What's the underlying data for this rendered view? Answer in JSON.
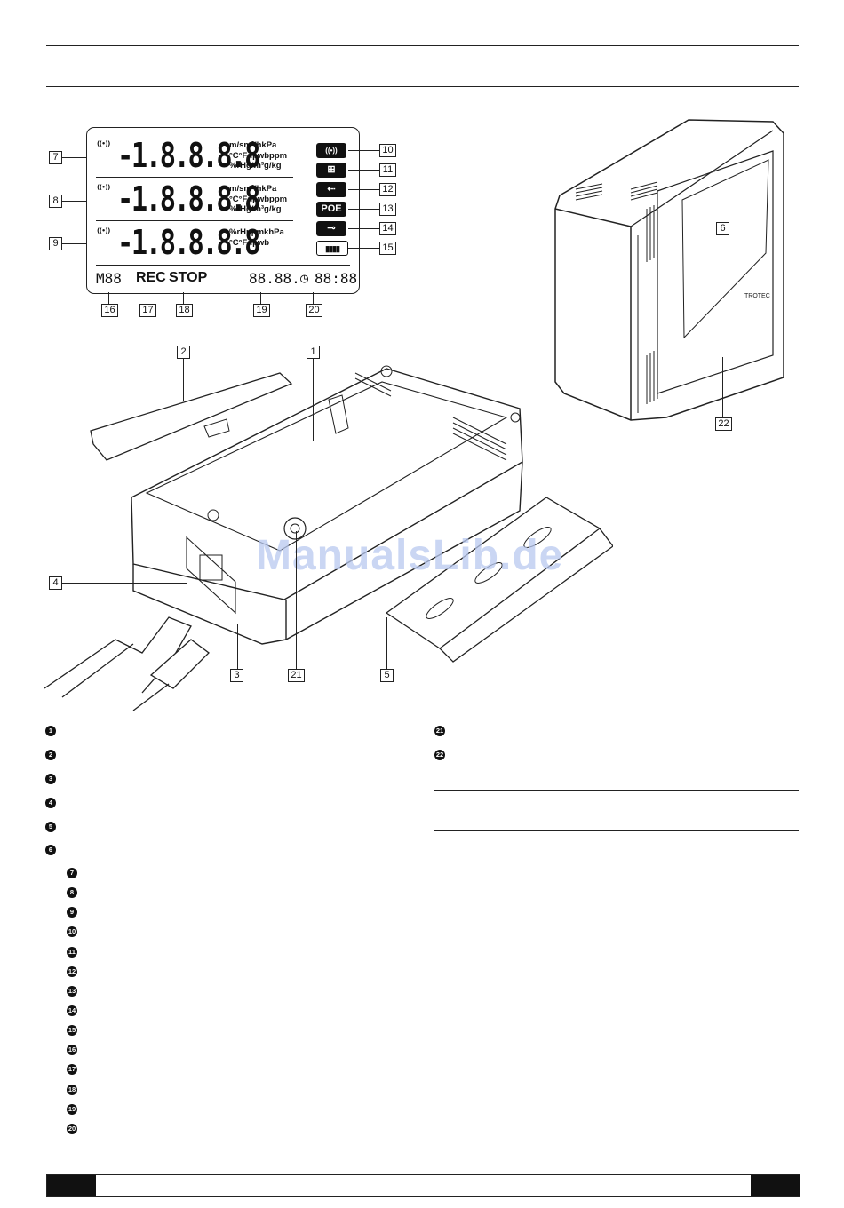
{
  "lcd": {
    "rows": [
      {
        "signal": "((•))",
        "digits": "-1.8.8.8.8",
        "units": [
          "m/sm³/hkPa",
          "°C°Fdpwbppm",
          "%rHg/m³g/kg"
        ]
      },
      {
        "signal": "((•))",
        "digits": "-1.8.8.8.8",
        "units": [
          "m/sm³/hkPa",
          "°C°Fdpwbppm",
          "%rHg/m³g/kg"
        ]
      },
      {
        "signal": "((•))",
        "digits": "-1.8.8.8.8",
        "units": [
          "%rHppmkhPa",
          "°C°Fdpwb"
        ]
      }
    ],
    "memory": "M88",
    "rec": "REC",
    "stop": "STOP",
    "date": "88.88.",
    "time": "88:88",
    "icons": [
      {
        "name": "radio-icon",
        "text": "((•))"
      },
      {
        "name": "network-icon",
        "text": "⊞"
      },
      {
        "name": "usb-icon",
        "text": "⇠"
      },
      {
        "name": "poe-icon",
        "text": "POE"
      },
      {
        "name": "power-plug-icon",
        "text": "⊸"
      },
      {
        "name": "battery-icon",
        "text": "▮▮▮▮"
      }
    ]
  },
  "callouts": {
    "c1": "1",
    "c2": "2",
    "c3": "3",
    "c4": "4",
    "c5": "5",
    "c6": "6",
    "c7": "7",
    "c8": "8",
    "c9": "9",
    "c10": "10",
    "c11": "11",
    "c12": "12",
    "c13": "13",
    "c14": "14",
    "c15": "15",
    "c16": "16",
    "c17": "17",
    "c18": "18",
    "c19": "19",
    "c20": "20",
    "c21": "21",
    "c22": "22"
  },
  "device_label": "TROTEC",
  "watermark": "ManualsLib.de",
  "legend_left": [
    "1",
    "2",
    "3",
    "4",
    "5",
    "6",
    "7",
    "8",
    "9",
    "10",
    "11",
    "12",
    "13",
    "14",
    "15",
    "16",
    "17",
    "18",
    "19",
    "20"
  ],
  "legend_right": [
    "21",
    "22"
  ]
}
